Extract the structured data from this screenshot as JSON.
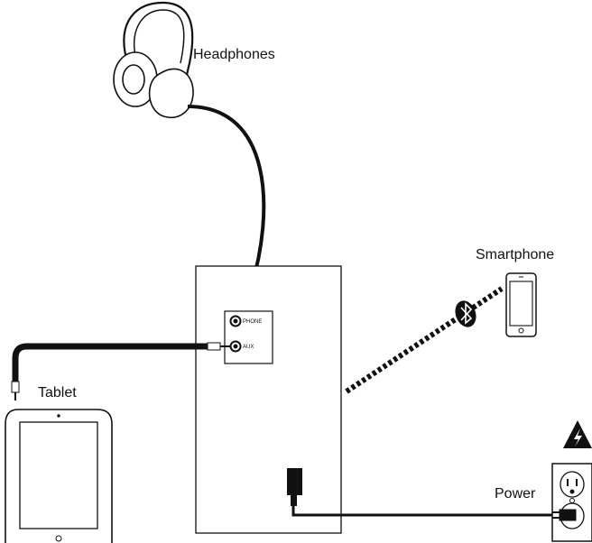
{
  "labels": {
    "headphones": "Headphones",
    "smartphone": "Smartphone",
    "tablet": "Tablet",
    "power": "Power"
  },
  "ports": {
    "phone": "PHONE",
    "aux": "AUX"
  },
  "icons": {
    "bluetooth": "bluetooth-icon",
    "warning": "high-voltage-warning-icon"
  },
  "colors": {
    "line": "#000000",
    "background": "#ffffff",
    "ear_cup": "#ffffff"
  }
}
